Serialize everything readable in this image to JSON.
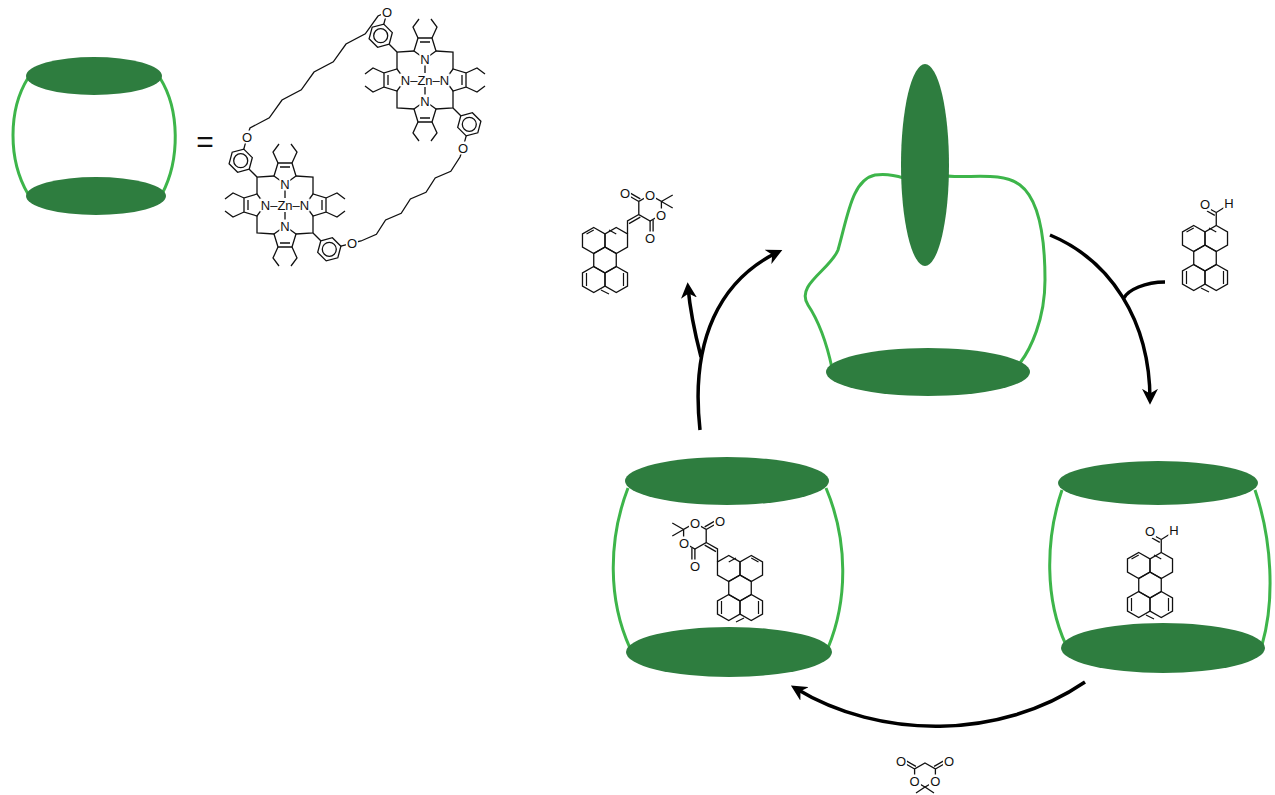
{
  "diagram": {
    "labels": [
      "=",
      "O",
      "N",
      "N–Zn–N",
      "N",
      "O",
      "O",
      "N",
      "N–Zn–N",
      "N",
      "O",
      "O",
      "O",
      "O",
      "O",
      "O",
      "H",
      "O",
      "H",
      "O",
      "O",
      "O",
      "O",
      "O",
      "O",
      "O",
      "O"
    ]
  }
}
